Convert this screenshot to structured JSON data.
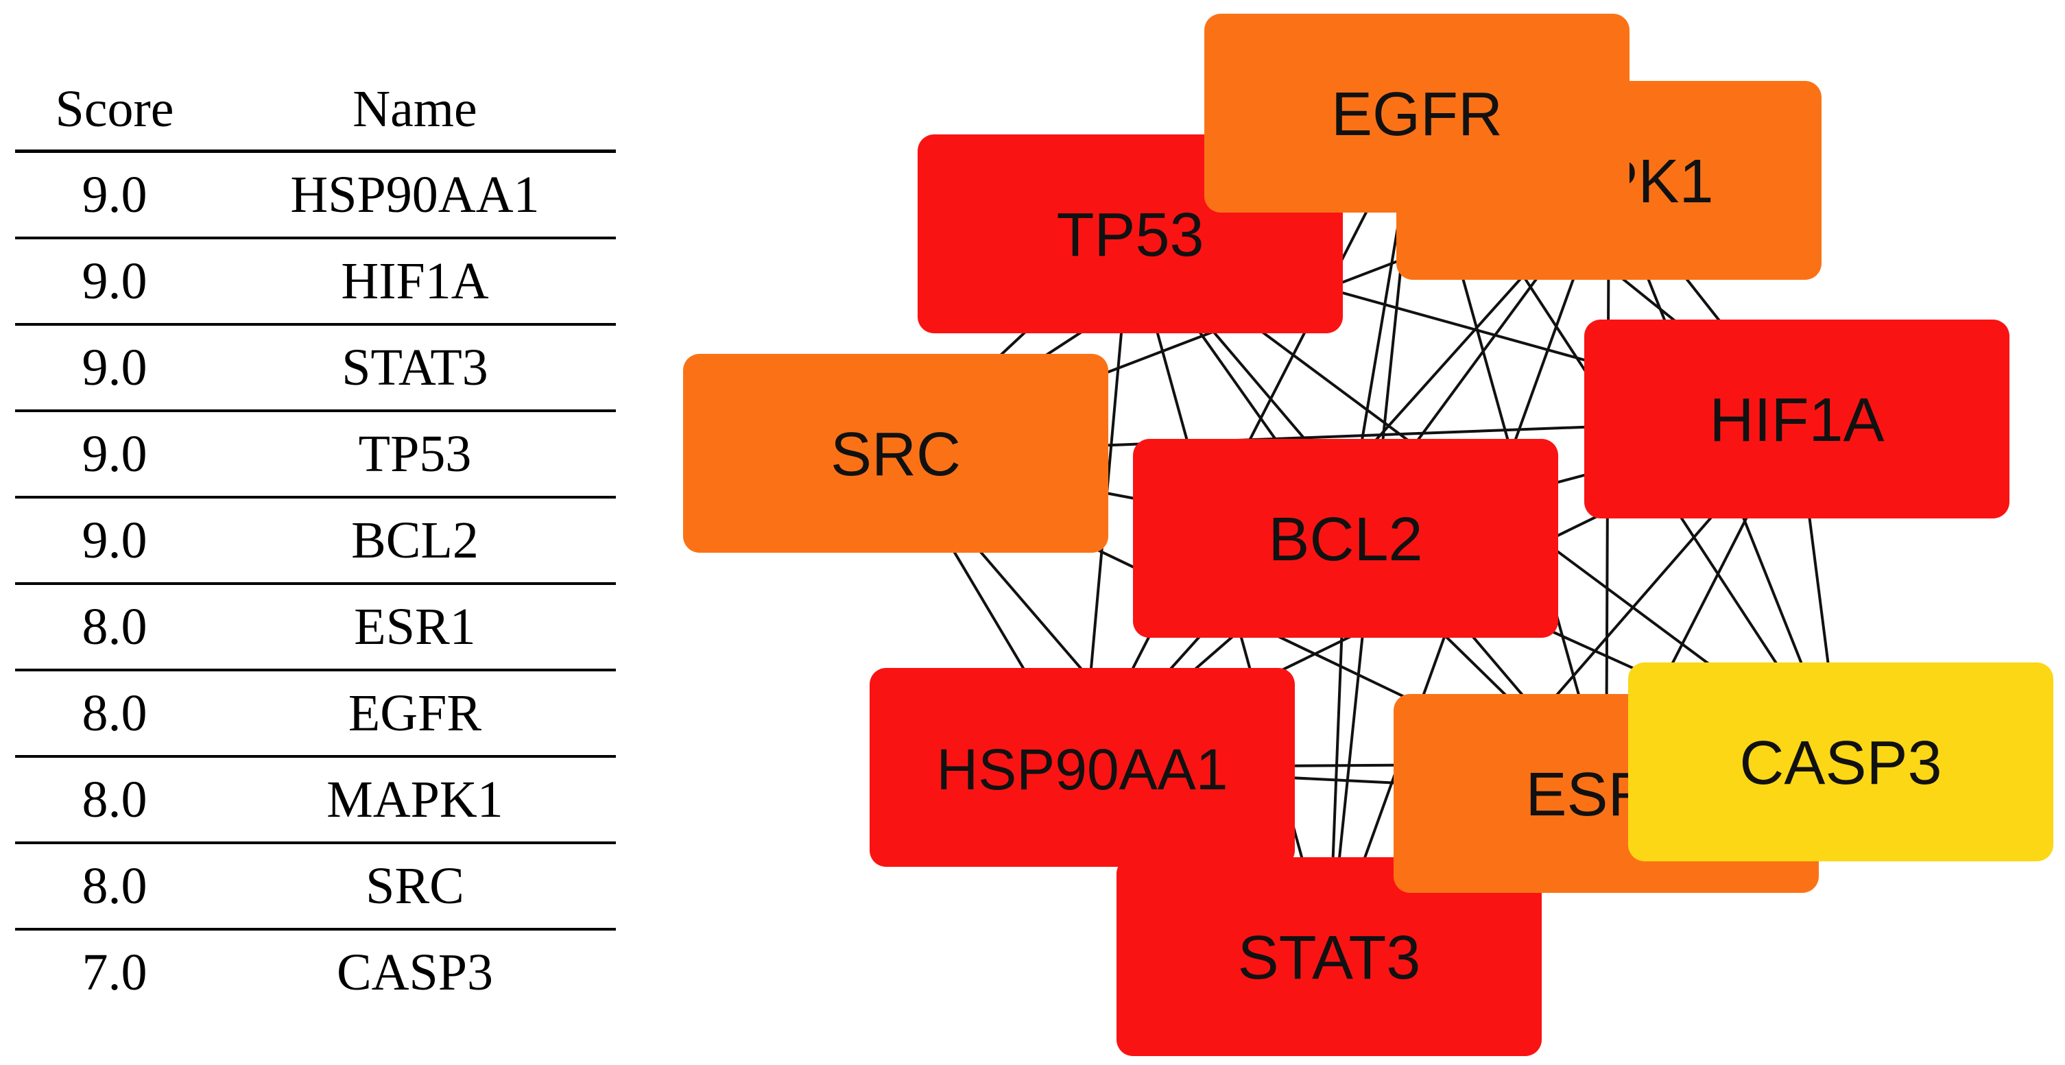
{
  "table": {
    "headers": {
      "score": "Score",
      "name": "Name"
    },
    "rows": [
      {
        "score": "9.0",
        "name": "HSP90AA1"
      },
      {
        "score": "9.0",
        "name": "HIF1A"
      },
      {
        "score": "9.0",
        "name": "STAT3"
      },
      {
        "score": "9.0",
        "name": "TP53"
      },
      {
        "score": "9.0",
        "name": "BCL2"
      },
      {
        "score": "8.0",
        "name": "ESR1"
      },
      {
        "score": "8.0",
        "name": "EGFR"
      },
      {
        "score": "8.0",
        "name": "MAPK1"
      },
      {
        "score": "8.0",
        "name": "SRC"
      },
      {
        "score": "7.0",
        "name": "CASP3"
      }
    ]
  },
  "network": {
    "nodes": [
      {
        "id": "tp53",
        "label": "TP53",
        "color": "#fa1313"
      },
      {
        "id": "egfr",
        "label": "EGFR",
        "color": "#fb7216"
      },
      {
        "id": "mapk1",
        "label": "MAPK1",
        "color": "#fb7216"
      },
      {
        "id": "src",
        "label": "SRC",
        "color": "#fb7216"
      },
      {
        "id": "hif1a",
        "label": "HIF1A",
        "color": "#fa1313"
      },
      {
        "id": "bcl2",
        "label": "BCL2",
        "color": "#fa1313"
      },
      {
        "id": "hsp90aa1",
        "label": "HSP90AA1",
        "color": "#fa1313"
      },
      {
        "id": "esr1",
        "label": "ESR1",
        "color": "#fb7216"
      },
      {
        "id": "casp3",
        "label": "CASP3",
        "color": "#fcd715"
      },
      {
        "id": "stat3",
        "label": "STAT3",
        "color": "#fa1313"
      }
    ],
    "edges": [
      [
        "tp53",
        "egfr"
      ],
      [
        "tp53",
        "mapk1"
      ],
      [
        "tp53",
        "src"
      ],
      [
        "tp53",
        "hif1a"
      ],
      [
        "tp53",
        "bcl2"
      ],
      [
        "tp53",
        "hsp90aa1"
      ],
      [
        "tp53",
        "esr1"
      ],
      [
        "tp53",
        "casp3"
      ],
      [
        "tp53",
        "stat3"
      ],
      [
        "egfr",
        "mapk1"
      ],
      [
        "egfr",
        "src"
      ],
      [
        "egfr",
        "hif1a"
      ],
      [
        "egfr",
        "bcl2"
      ],
      [
        "egfr",
        "hsp90aa1"
      ],
      [
        "egfr",
        "esr1"
      ],
      [
        "egfr",
        "casp3"
      ],
      [
        "egfr",
        "stat3"
      ],
      [
        "mapk1",
        "src"
      ],
      [
        "mapk1",
        "hif1a"
      ],
      [
        "mapk1",
        "bcl2"
      ],
      [
        "mapk1",
        "hsp90aa1"
      ],
      [
        "mapk1",
        "esr1"
      ],
      [
        "mapk1",
        "casp3"
      ],
      [
        "mapk1",
        "stat3"
      ],
      [
        "src",
        "hif1a"
      ],
      [
        "src",
        "bcl2"
      ],
      [
        "src",
        "hsp90aa1"
      ],
      [
        "src",
        "esr1"
      ],
      [
        "src",
        "stat3"
      ],
      [
        "hif1a",
        "bcl2"
      ],
      [
        "hif1a",
        "hsp90aa1"
      ],
      [
        "hif1a",
        "esr1"
      ],
      [
        "hif1a",
        "casp3"
      ],
      [
        "hif1a",
        "stat3"
      ],
      [
        "bcl2",
        "hsp90aa1"
      ],
      [
        "bcl2",
        "esr1"
      ],
      [
        "bcl2",
        "casp3"
      ],
      [
        "bcl2",
        "stat3"
      ],
      [
        "hsp90aa1",
        "esr1"
      ],
      [
        "hsp90aa1",
        "casp3"
      ],
      [
        "hsp90aa1",
        "stat3"
      ],
      [
        "esr1",
        "casp3"
      ],
      [
        "esr1",
        "stat3"
      ],
      [
        "casp3",
        "stat3"
      ]
    ]
  }
}
